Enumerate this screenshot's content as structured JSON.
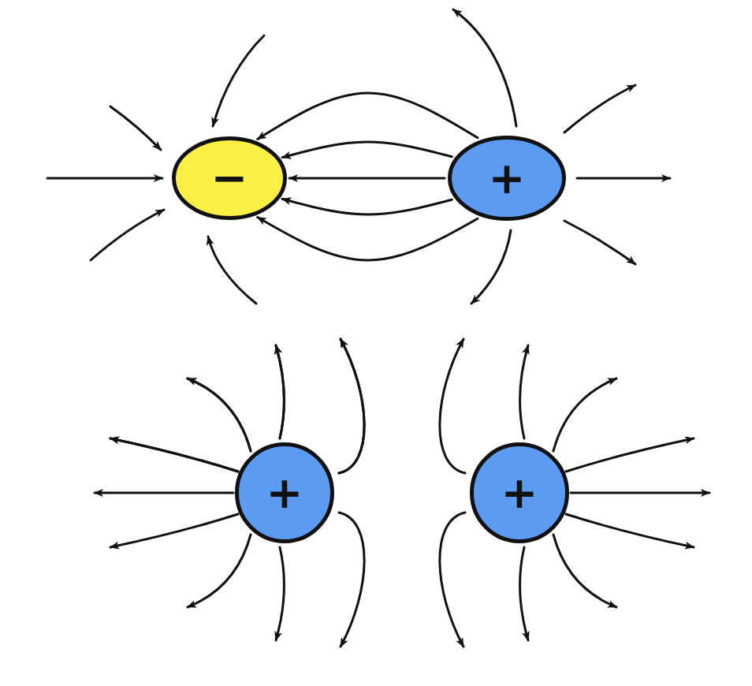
{
  "diagram": {
    "nodes": [
      {
        "text": [
          "−"
        ]
      },
      {
        "text": [
          "+"
        ]
      },
      {
        "text": [
          "+"
        ]
      },
      {
        "text": [
          "+"
        ]
      }
    ],
    "edges": [
      {
        "from": 1,
        "to": 0,
        "arrow": "to"
      },
      {
        "from": 1,
        "to": 0,
        "arrow": "to"
      },
      {
        "from": 1,
        "to": 0,
        "arrow": "to"
      },
      {
        "from": 1,
        "to": 0,
        "arrow": "to"
      },
      {
        "from": 1,
        "to": 0,
        "arrow": "to"
      }
    ]
  }
}
